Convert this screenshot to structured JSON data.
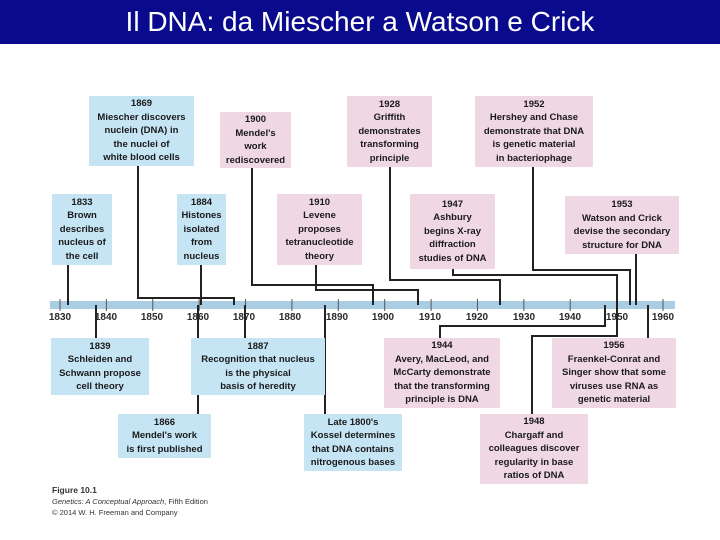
{
  "slide_title": "Il DNA: da Miescher a Watson e Crick",
  "axis_years": [
    "1830",
    "1840",
    "1850",
    "1860",
    "1870",
    "1880",
    "1890",
    "1900",
    "1910",
    "1920",
    "1930",
    "1940",
    "1950",
    "1960"
  ],
  "events": {
    "e1869": {
      "year": "1869",
      "text": "Miescher discovers\nnuclein (DNA) in\nthe nuclei of\nwhite blood cells"
    },
    "e1900": {
      "year": "1900",
      "text": "Mendel's\nwork\nrediscovered"
    },
    "e1928": {
      "year": "1928",
      "text": "Griffith\ndemonstrates\ntransforming\nprinciple"
    },
    "e1952": {
      "year": "1952",
      "text": "Hershey and Chase\ndemonstrate that DNA\nis genetic material\nin bacteriophage"
    },
    "e1833": {
      "year": "1833",
      "text": "Brown\ndescribes\nnucleus of\nthe cell"
    },
    "e1884": {
      "year": "1884",
      "text": "Histones\nisolated\nfrom\nnucleus"
    },
    "e1910": {
      "year": "1910",
      "text": "Levene\nproposes\ntetranucleotide\ntheory"
    },
    "e1947": {
      "year": "1947",
      "text": "Ashbury\nbegins X-ray\ndiffraction\nstudies of DNA"
    },
    "e1953": {
      "year": "1953",
      "text": "Watson and Crick\ndevise the secondary\nstructure for DNA"
    },
    "e1839": {
      "year": "1839",
      "text": "Schleiden and\nSchwann propose\ncell theory"
    },
    "e1887": {
      "year": "1887",
      "text": "Recognition that nucleus\nis the physical\nbasis of heredity"
    },
    "e1944": {
      "year": "1944",
      "text": "Avery, MacLeod, and\nMcCarty demonstrate\nthat the transforming\nprinciple is DNA"
    },
    "e1956": {
      "year": "1956",
      "text": "Fraenkel-Conrat and\nSinger show that some\nviruses use RNA as\ngenetic material"
    },
    "e1866": {
      "year": "1866",
      "text": "Mendel's work\nis first published"
    },
    "e1800s": {
      "year": "Late 1800's",
      "text": "Kossel determines\nthat DNA contains\nnitrogenous bases"
    },
    "e1948": {
      "year": "1948",
      "text": "Chargaff and\ncolleagues discover\nregularity in base\nratios of DNA"
    }
  },
  "caption": {
    "figure": "Figure 10.1",
    "book": "Genetics: A Conceptual Approach",
    "edition": ", Fifth Edition",
    "copyright": "© 2014 W. H. Freeman and Company"
  },
  "colors": {
    "title_bg": "#0a0a8c",
    "box_blue": "#c5e4f4",
    "box_pink": "#f0d7e4",
    "timeline_bar": "#a9cde3",
    "connector": "#222222"
  }
}
